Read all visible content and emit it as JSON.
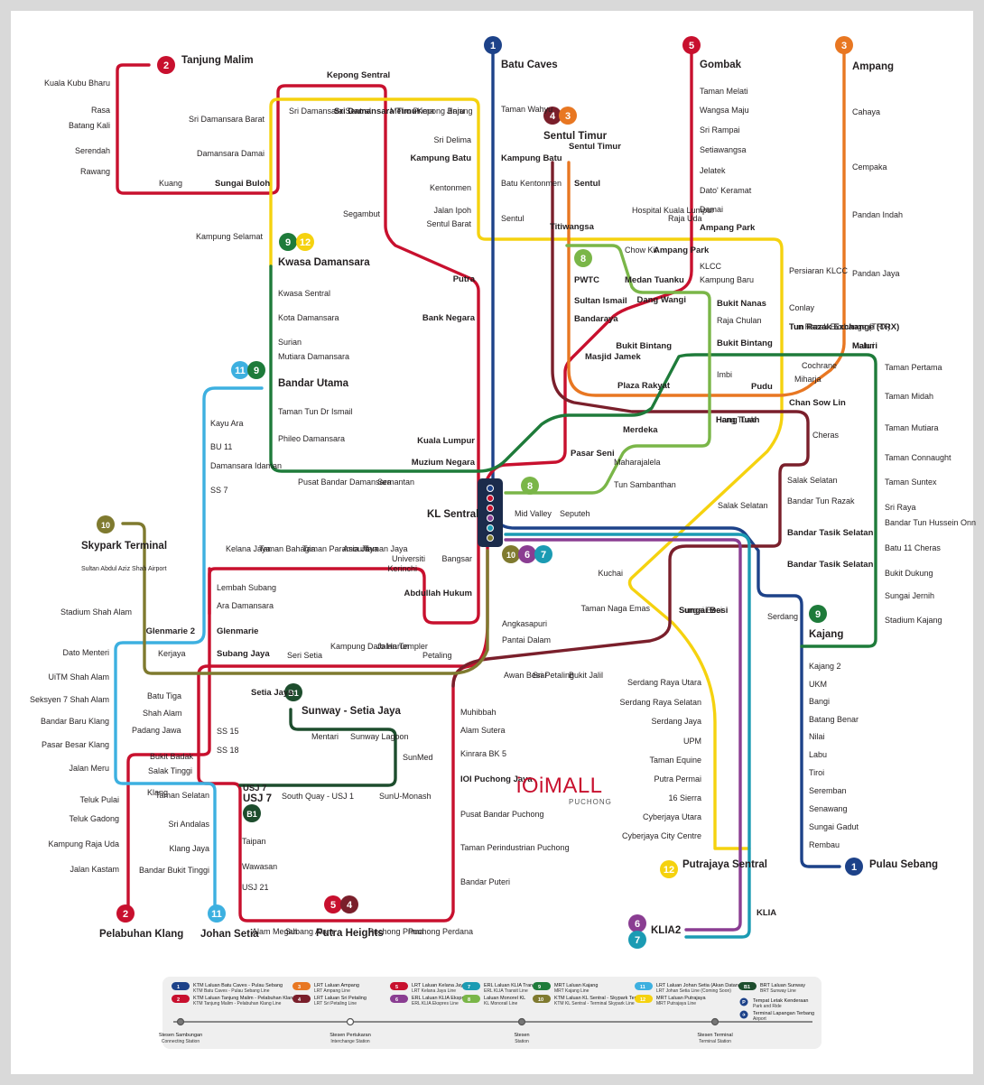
{
  "colors": {
    "line1": "#1d4289",
    "line2": "#c8102e",
    "line3": "#e87722",
    "line4": "#7a1f2b",
    "line5": "#c8102e",
    "line6": "#8a3d92",
    "line7": "#1b9bb3",
    "line8": "#7ab648",
    "line9": "#1e7b3a",
    "line10": "#7f7a2f",
    "line11": "#3db0e0",
    "line12": "#f5d20f",
    "lineB1": "#1d4d2d",
    "park": "#1d4289"
  },
  "badges": {
    "l1": "1",
    "l2": "2",
    "l3": "3",
    "l4": "4",
    "l5": "5",
    "l6": "6",
    "l7": "7",
    "l8": "8",
    "l9": "9",
    "l10": "10",
    "l11": "11",
    "l12": "12",
    "b1": "B1"
  },
  "terminals": {
    "batu_caves": "Batu Caves",
    "tanjung_malim": "Tanjung Malim",
    "gombak": "Gombak",
    "ampang": "Ampang",
    "sentul_timur": "Sentul Timur",
    "pelabuhan_klang": "Pelabuhan Klang",
    "johan_setia": "Johan Setia",
    "putra_heights": "Putra Heights",
    "klia2": "KLIA2",
    "putrajaya_sentral": "Putrajaya Sentral",
    "pulau_sebang": "Pulau Sebang",
    "skypark_terminal": "Skypark Terminal",
    "sultan_abdul_aziz": "Sultan Abdul Aziz Shah Airport",
    "kajang": "Kajang",
    "kwasa_damansara": "Kwasa Damansara",
    "bandar_utama": "Bandar Utama",
    "sunway_setia_jaya": "Sunway - Setia Jaya",
    "usj7": "USJ 7",
    "kl_sentral": "KL Sentral"
  },
  "stations": {
    "line2": [
      "Kuala Kubu Bharu",
      "Rasa",
      "Batang Kali",
      "Serendah",
      "Rawang",
      "Kuang",
      "Sungai Buloh",
      "Kepong Sentral",
      "Sri Damansara Barat",
      "Damansara Damai",
      "Kampung Selamat",
      "Segambut",
      "Teluk Pulai",
      "Teluk Gadong",
      "Kampung Raja Uda",
      "Jalan Kastam"
    ],
    "line12": [
      "Sri Damansara Sentral",
      "Sri Damansara Timur",
      "Metro Prima",
      "Kepong Baru",
      "Jinjang",
      "Sri Delima",
      "Kampung Batu",
      "Kentonmen",
      "Jalan Ipoh",
      "Sentul Barat",
      "Titiwangsa",
      "Hospital Kuala Lumpur",
      "Raja Uda",
      "Ampang Park",
      "Persiaran KLCC",
      "Conlay",
      "Tun Razak Exchange (TRX)",
      "Chan Sow Lin",
      "Kuchai",
      "Taman Naga Emas",
      "Sungai Besi",
      "Serdang Raya Utara",
      "Serdang Raya Selatan",
      "Serdang Jaya",
      "UPM",
      "Taman Equine",
      "Putra Permai",
      "16 Sierra",
      "Cyberjaya Utara",
      "Cyberjaya City Centre"
    ],
    "line1": [
      "Taman Wahyu",
      "Kampung Batu",
      "Batu Kentonmen",
      "Sentul",
      "Putra",
      "Bank Negara",
      "Kuala Lumpur",
      "Bangsar",
      "Abdullah Hukum",
      "Angkasapuri",
      "Pantai Dalam",
      "Mid Valley",
      "Seputeh",
      "Salak Selatan",
      "Bandar Tasik Selatan",
      "Serdang",
      "Kajang 2",
      "UKM",
      "Bangi",
      "Batang Benar",
      "Nilai",
      "Labu",
      "Tiroi",
      "Seremban",
      "Senawang",
      "Sungai Gadut",
      "Rembau"
    ],
    "line5": [
      "Taman Melati",
      "Wangsa Maju",
      "Sri Rampai",
      "Setiawangsa",
      "Jelatek",
      "Dato' Keramat",
      "Damai",
      "Ampang Park",
      "KLCC",
      "Kampung Baru",
      "Dang Wangi",
      "Masjid Jamek",
      "Pasar Seni",
      "Kerinchi",
      "Universiti",
      "Taman Jaya",
      "Asia Jaya",
      "Taman Paramount",
      "Taman Bahagia",
      "Kelana Jaya",
      "Lembah Subang",
      "Ara Damansara",
      "Glenmarie",
      "Subang Jaya",
      "SS 15",
      "SS 18",
      "USJ 7",
      "Taipan",
      "Wawasan",
      "USJ 21",
      "Alam Megah",
      "Subang Alam"
    ],
    "line3": [
      "Cahaya",
      "Cempaka",
      "Pandan Indah",
      "Pandan Jaya",
      "Maluri",
      "Miharja",
      "Pudu",
      "Plaza Rakyat",
      "Hang Tuah",
      "Bukit Bintang",
      "Sultan Ismail",
      "Bandaraya",
      "Medan Tuanku",
      "PWTC",
      "Sentul",
      "Sentul Timur",
      "Cheras",
      "Salak Selatan",
      "Bandar Tun Razak",
      "Bandar Tasik Selatan",
      "Sungai Besi",
      "Awan Besar",
      "Sri Petaling",
      "Bukit Jalil",
      "Muhibbah",
      "Alam Sutera",
      "Kinrara BK 5",
      "IOI Puchong Jaya",
      "Pusat Bandar Puchong",
      "Taman Perindustrian Puchong",
      "Bandar Puteri",
      "Puchong Perdana",
      "Puchong Prima"
    ],
    "line9": [
      "Kwasa Sentral",
      "Kota Damansara",
      "Surian",
      "Mutiara Damansara",
      "Taman Tun Dr Ismail",
      "Phileo Damansara",
      "Pusat Bandar Damansara",
      "Semantan",
      "Muzium Negara",
      "Merdeka",
      "Bukit Bintang",
      "Tun Razak Exchange (TRX)",
      "Cochrane",
      "Maluri",
      "Taman Pertama",
      "Taman Midah",
      "Taman Mutiara",
      "Taman Connaught",
      "Taman Suntex",
      "Sri Raya",
      "Bandar Tun Hussein Onn",
      "Batu 11 Cheras",
      "Bukit Dukung",
      "Sungai Jernih",
      "Stadium Kajang"
    ],
    "line8": [
      "Chow Kit",
      "Bukit Nanas",
      "Raja Chulan",
      "Imbi",
      "Hang Tuah",
      "Maharajalela",
      "Tun Sambanthan"
    ],
    "line11": [
      "Kayu Ara",
      "BU 11",
      "Damansara Idaman",
      "SS 7",
      "Glenmarie 2",
      "Stadium Shah Alam",
      "Dato Menteri",
      "UiTM Shah Alam",
      "Seksyen 7 Shah Alam",
      "Bandar Baru Klang",
      "Pasar Besar Klang",
      "Jalan Meru",
      "Klang",
      "Taman Selatan",
      "Sri Andalas",
      "Klang Jaya",
      "Bandar Bukit Tinggi"
    ],
    "line10": [
      "Kerjaya",
      "Seri Setia",
      "Kampung Dato Harun",
      "Jalan Templer",
      "Petaling"
    ],
    "lineB1": [
      "Mentari",
      "Sunway Lagoon",
      "SunMed",
      "SunU-Monash",
      "South Quay - USJ 1"
    ],
    "other": [
      "Batu Tiga",
      "Shah Alam",
      "Padang Jawa",
      "Bukit Badak",
      "Salak Tinggi",
      "KLIA",
      "Setia Jaya"
    ]
  },
  "brand": {
    "name": "iOiMALL",
    "sub": "PUCHONG"
  },
  "legend": {
    "items": [
      {
        "n": "1",
        "title": "KTM Laluan Batu Caves - Pulau Sebang",
        "sub": "KTM Batu Caves - Pulau Sebang Line"
      },
      {
        "n": "2",
        "title": "KTM Laluan Tanjung Malim - Pelabuhan Klang",
        "sub": "KTM Tanjung Malim - Pelabuhan Klang Line"
      },
      {
        "n": "3",
        "title": "LRT Laluan Ampang",
        "sub": "LRT Ampang Line"
      },
      {
        "n": "4",
        "title": "LRT Laluan Sri Petaling",
        "sub": "LRT Sri Petaling Line"
      },
      {
        "n": "5",
        "title": "LRT Laluan Kelana Jaya",
        "sub": "LRT Kelana Jaya Line"
      },
      {
        "n": "6",
        "title": "ERL Laluan KLIA Ekspres",
        "sub": "ERL KLIA Ekspres Line"
      },
      {
        "n": "7",
        "title": "ERL Laluan KLIA Transit",
        "sub": "ERL KLIA Transit Line"
      },
      {
        "n": "8",
        "title": "Laluan Monorel KL",
        "sub": "KL Monorail Line"
      },
      {
        "n": "9",
        "title": "MRT Laluan Kajang",
        "sub": "MRT Kajang Line"
      },
      {
        "n": "10",
        "title": "KTM Laluan KL Sentral - Skypark Terminal",
        "sub": "KTM KL Sentral - Terminal Skypark Line"
      },
      {
        "n": "11",
        "title": "LRT Laluan Johan Setia (Akan Datang)",
        "sub": "LRT Johan Setia Line (Coming Soon)"
      },
      {
        "n": "12",
        "title": "MRT Laluan Putrajaya",
        "sub": "MRT Putrajaya Line"
      },
      {
        "n": "B1",
        "title": "BRT Laluan Sunway",
        "sub": "BRT Sunway Line"
      }
    ],
    "park": "Tempat Letak Kenderaan",
    "park_sub": "Park and Ride",
    "airport": "Terminal Lapangan Terbang",
    "airport_sub": "Airport",
    "station_types": [
      {
        "title": "Stesen Sambungan",
        "sub": "Connecting Station"
      },
      {
        "title": "Stesen Pertukaran",
        "sub": "Interchange Station"
      },
      {
        "title": "Stesen",
        "sub": "Station"
      },
      {
        "title": "Stesen Terminal",
        "sub": "Terminal Station"
      }
    ]
  }
}
